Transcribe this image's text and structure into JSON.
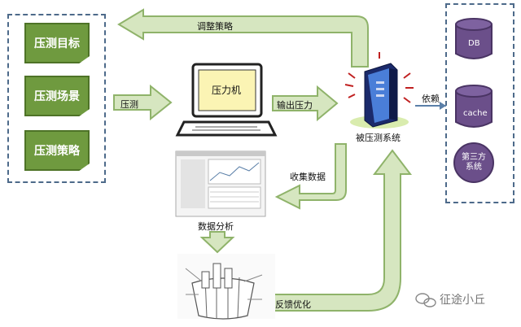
{
  "left_group": {
    "items": [
      "压测目标",
      "压测场景",
      "压测策略"
    ]
  },
  "arrows": {
    "adjust_strategy": "调整策略",
    "stress": "压测",
    "output_pressure": "输出压力",
    "depend": "依赖",
    "collect_data": "收集数据",
    "data_analysis": "数据分析",
    "feedback_optimize": "反馈优化"
  },
  "laptop": {
    "label": "压力机"
  },
  "server": {
    "label": "被压测系统"
  },
  "right_group": {
    "db": "DB",
    "cache": "cache",
    "third_party": [
      "第三方",
      "系统"
    ]
  },
  "watermark": {
    "text": "征途小丘"
  },
  "colors": {
    "green_fill": "#d6e6c0",
    "green_stroke": "#8fb36a",
    "purple": "#6b4f8a",
    "doc_green": "#6f9a3f"
  }
}
